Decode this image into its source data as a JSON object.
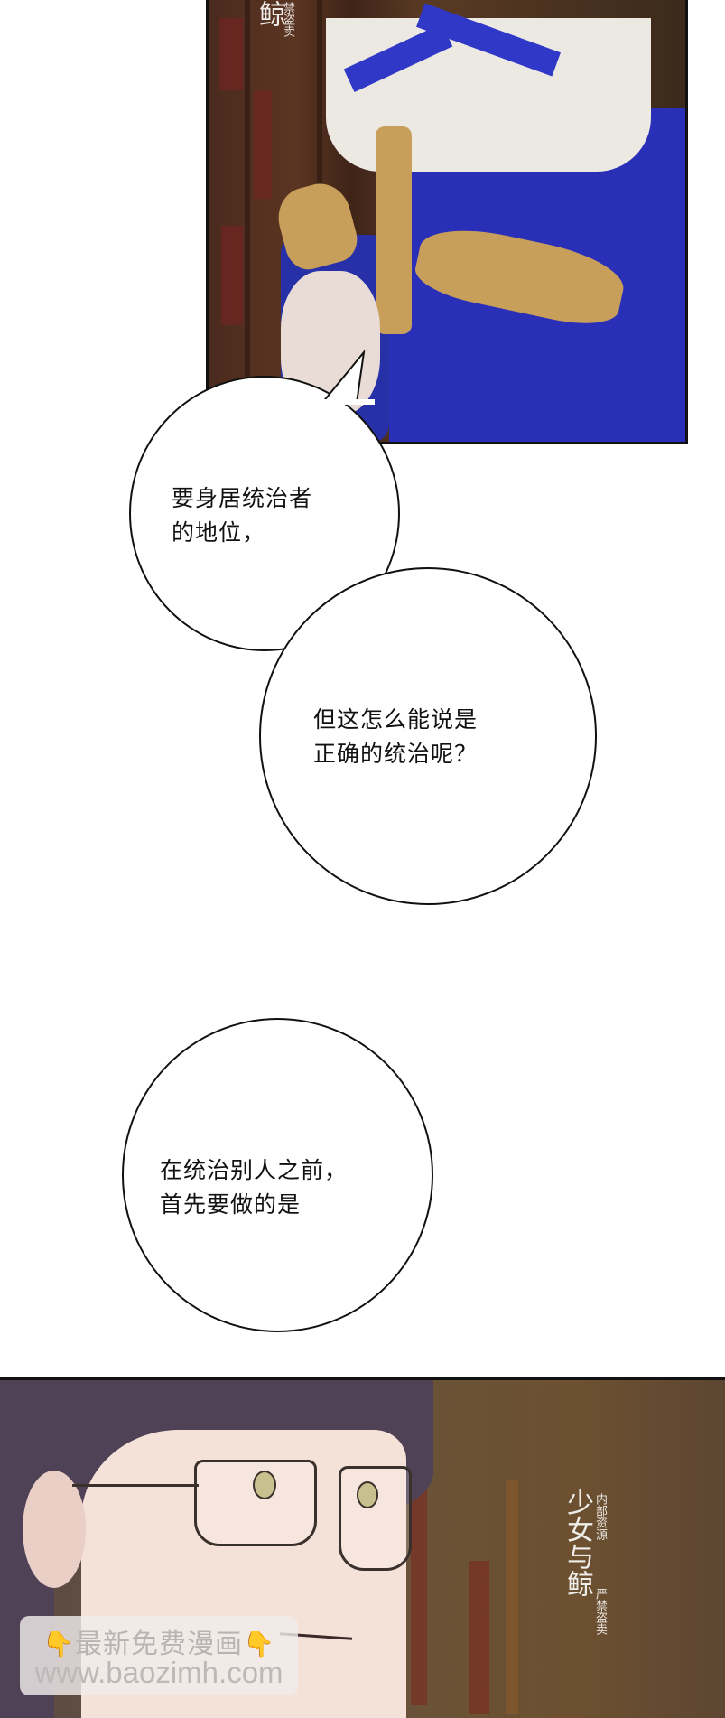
{
  "page": {
    "type": "manga-webtoon-page",
    "background_color": "#ffffff"
  },
  "panels": {
    "top": {
      "description": "Girl in blue dress with white lace collar, blue bows and gold ruffled cuffs, hands clasped, library bookshelves background",
      "colors": {
        "dress": "#2a2fb8",
        "collar": "#ece8e2",
        "ruffle": "#c89f5a",
        "background": "#4a2a1e"
      },
      "watermark": {
        "logo_glyphs": "鲸",
        "side_text": "禁盗卖"
      }
    },
    "bottom": {
      "description": "Man with dark purple hair and rimless glasses looking sideways, library background",
      "colors": {
        "hair": "#4f4256",
        "skin": "#f4e1d7",
        "background": "#6b5346"
      },
      "watermark": {
        "logo_text": "少女与鲸",
        "side_text_1": "内部资源",
        "side_text_2": "严禁盗卖"
      }
    }
  },
  "bubbles": [
    {
      "id": "bubble-1",
      "lines": [
        "要身居统治者",
        "的地位，"
      ]
    },
    {
      "id": "bubble-2",
      "lines": [
        "但这怎么能说是",
        "正确的统治呢？"
      ]
    },
    {
      "id": "bubble-3",
      "lines": [
        "在统治别人之前，",
        "首先要做的是"
      ]
    }
  ],
  "promo_banner": {
    "line1": "最新免费漫画",
    "line2": "www.baozimh.com",
    "icon_left": "👇",
    "icon_right": "👇"
  }
}
